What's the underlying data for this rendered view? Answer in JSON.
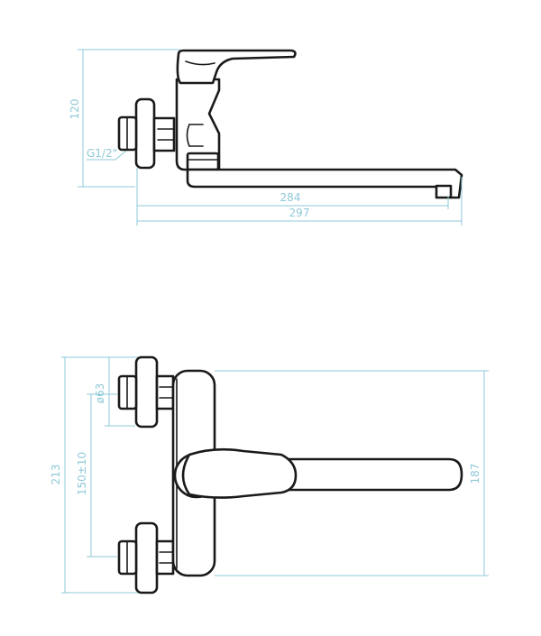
{
  "colors": {
    "dimension": "#8fc9d8",
    "outline": "#1a1a1a",
    "background": "#ffffff"
  },
  "side_view": {
    "dimensions": {
      "height": "120",
      "thread": "G1/2\"",
      "spout_reach": "284",
      "overall_length": "297"
    }
  },
  "top_view": {
    "dimensions": {
      "overall_width": "213",
      "center_distance": "150±10",
      "flange_diameter": "ø63",
      "spout_length": "187"
    }
  }
}
